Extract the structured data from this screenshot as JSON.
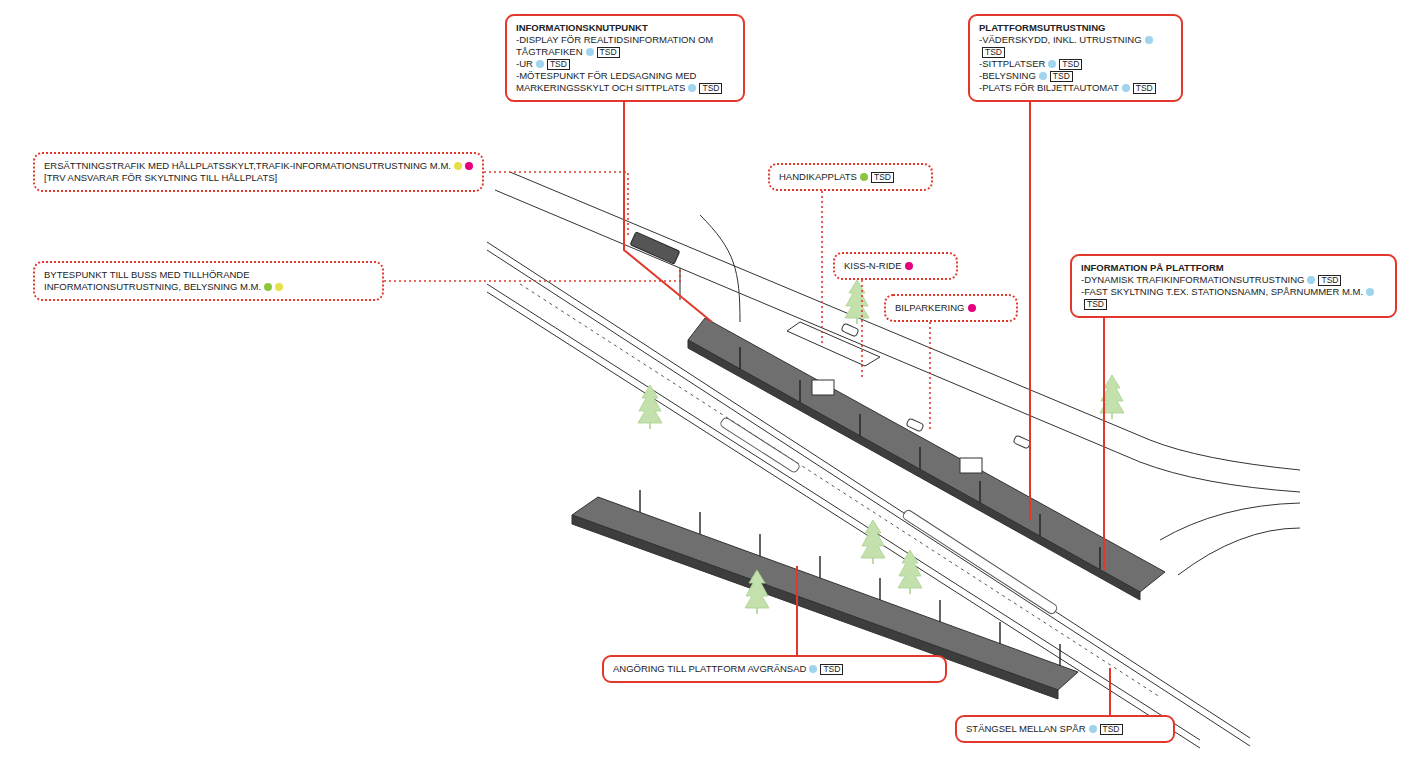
{
  "diagram": {
    "nodes": [
      {
        "text": [
          "INFORMATIONSKNUTPUNKT",
          "-DISPLAY FÖR REALTIDSINFORMATION OM TÅGTRAFIKEN",
          "TSD",
          "-UR",
          "TSD",
          "-MÖTESPUNKT FÖR LEDSAGNING MED MARKERINGSSKYLT OCH SITTPLATS",
          "TSD"
        ]
      },
      {
        "text": [
          "PLATTFORMSUTRUSTNING",
          "-VÄDERSKYDD, INKL. UTRUSTNING",
          "TSD",
          "-SITTPLATSER",
          "TSD",
          "-BELYSNING",
          "TSD",
          "-PLATS FÖR BILJETTAUTOMAT",
          "TSD"
        ]
      },
      {
        "text": [
          "ERSÄTTNINGSTRAFIK MED HÅLLPLATSSKYLT,TRAFIK-INFORMATIONSUTRUSTNING M.M.",
          "[TRV ANSVARAR FÖR SKYLTNING TILL HÅLLPLATS]"
        ]
      },
      {
        "text": [
          "HANDIKAPPLATS",
          "TSD"
        ]
      },
      {
        "text": [
          "KISS-N-RIDE"
        ]
      },
      {
        "text": [
          "INFORMATION PÅ PLATTFORM",
          "-DYNAMISK TRAFIKINFORMATIONSUTRUSTNING",
          "TSD",
          "-FAST SKYLTNING T.EX. STATIONSNAMN, SPÅRNUMMER M.M.",
          "TSD"
        ]
      },
      {
        "text": [
          "BYTESPUNKT TILL BUSS MED TILLHÖRANDE INFORMATIONSUTRUSTNING, BELYSNING M.M."
        ]
      },
      {
        "text": [
          "BILPARKERING"
        ]
      },
      {
        "text": [
          "ANGÖRING TILL PLATTFORM AVGRÄNSAD",
          "TSD"
        ]
      },
      {
        "text": [
          "STÄNGSEL MELLAN SPÅR",
          "TSD"
        ]
      }
    ]
  }
}
